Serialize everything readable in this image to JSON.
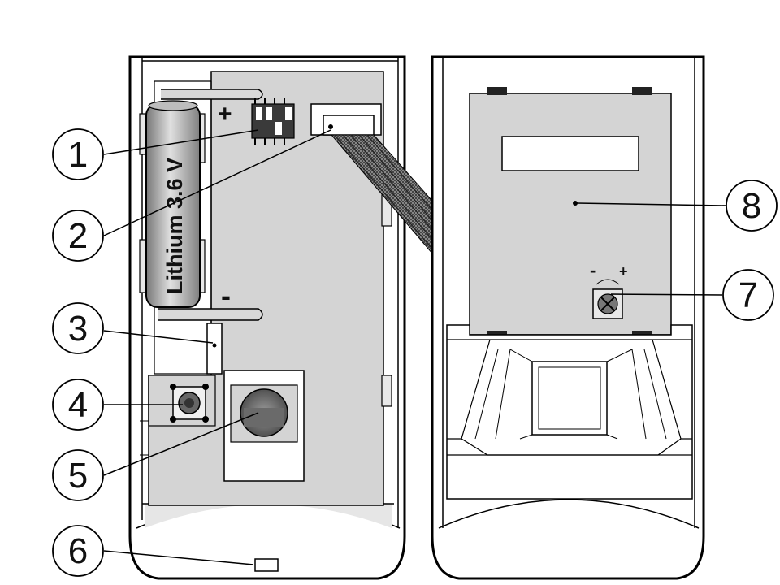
{
  "battery": {
    "label": "Lithium 3.6 V",
    "plus": "+",
    "minus": "-"
  },
  "trimmer": {
    "minus": "-",
    "plus": "+"
  },
  "callouts": [
    "1",
    "2",
    "3",
    "4",
    "5",
    "6",
    "7",
    "8"
  ]
}
